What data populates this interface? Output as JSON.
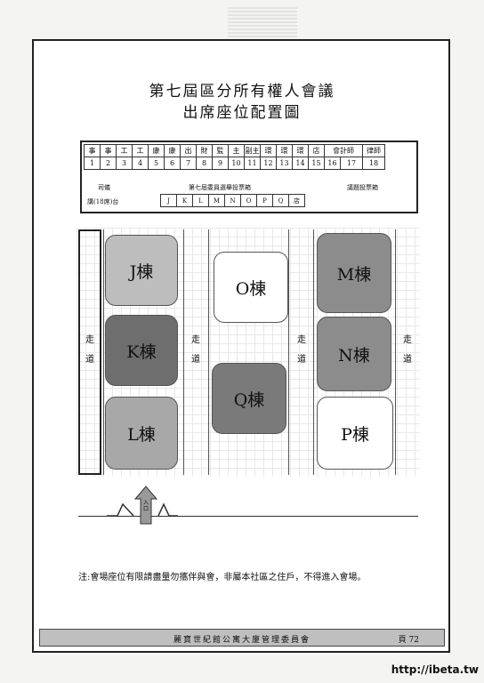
{
  "title": "第七屆區分所有權人會議",
  "subtitle": "出席座位配置圖",
  "seat_table": {
    "roles": [
      "事",
      "事",
      "工",
      "工",
      "康",
      "康",
      "出",
      "財",
      "監",
      "主",
      "副主",
      "環",
      "環",
      "環",
      "店",
      "會計師",
      "律師"
    ],
    "numbers": [
      "1",
      "2",
      "3",
      "4",
      "5",
      "6",
      "7",
      "8",
      "9",
      "10",
      "11",
      "12",
      "13",
      "14",
      "15",
      "16",
      "17",
      "18"
    ]
  },
  "row_labels": {
    "host": "司儀",
    "ballot_box_committee": "第七屆委員選舉投票箱",
    "ballot_box_topic": "議題投票箱",
    "stage": "講(18席)台",
    "counter_letters": [
      "J",
      "K",
      "L",
      "M",
      "N",
      "O",
      "P",
      "Q",
      "店"
    ]
  },
  "aisle_label": "走道",
  "buildings": {
    "J": "J棟",
    "K": "K棟",
    "L": "L棟",
    "O": "O棟",
    "Q": "Q棟",
    "M": "M棟",
    "N": "N棟",
    "P": "P棟"
  },
  "entrance_label": "入口",
  "note": "注:會場座位有限請盡量勿攜伴與會，非屬本社區之住戶，不得進入會場。",
  "footer": {
    "org": "麗寶世紀館公寓大廈管理委員會",
    "page": "頁 72"
  },
  "watermark_url": "http://ibeta.tw"
}
